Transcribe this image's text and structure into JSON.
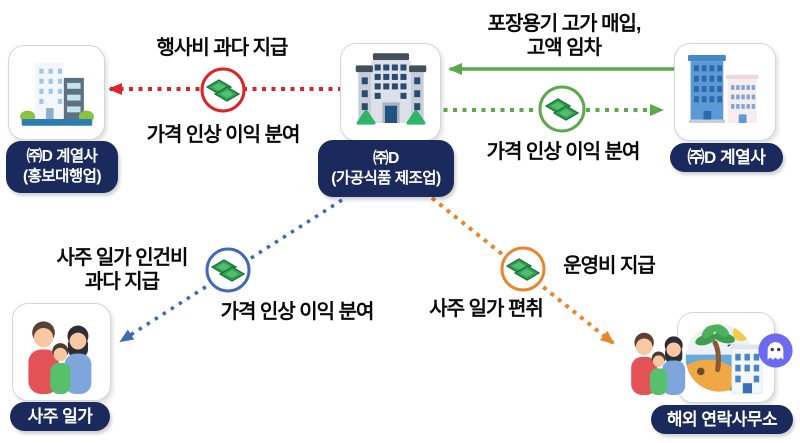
{
  "colors": {
    "red": "#e02225",
    "green": "#5ca84a",
    "blue": "#4169b8",
    "orange": "#e8862d",
    "navy": "#1b2a5c",
    "ink": "#0a0a0a"
  },
  "nodes": {
    "promo_affiliate": {
      "line1": "㈜D 계열사",
      "line2": "(홍보대행업)"
    },
    "main_company": {
      "line1": "㈜D",
      "line2": "(가공식품 제조업)"
    },
    "affiliate": {
      "label": "㈜D 계열사"
    },
    "owner_family": {
      "label": "사주 일가"
    },
    "overseas_office": {
      "label": "해외 연락사무소"
    }
  },
  "flows": {
    "event_fee": {
      "label": "행사비 과다 지급",
      "sublabel": "가격 인상 이익 분여"
    },
    "packaging": {
      "label_line1": "포장용기 고가 매입,",
      "label_line2": "고액 임차",
      "sublabel": "가격 인상 이익 분여"
    },
    "payroll": {
      "label_line1": "사주 일가 인건비",
      "label_line2": "과다 지급",
      "sublabel": "가격 인상 이익 분여"
    },
    "operating": {
      "label": "운영비 지급",
      "sublabel": "사주 일가 편취"
    }
  },
  "icons": {
    "money": "banknotes-icon",
    "promo_affiliate": "office-buildings-icon",
    "main_company": "headquarters-building-icon",
    "affiliate": "two-buildings-icon",
    "owner_family": "family-icon",
    "overseas_office": "tropical-island-icon",
    "ghost": "ghost-icon"
  }
}
